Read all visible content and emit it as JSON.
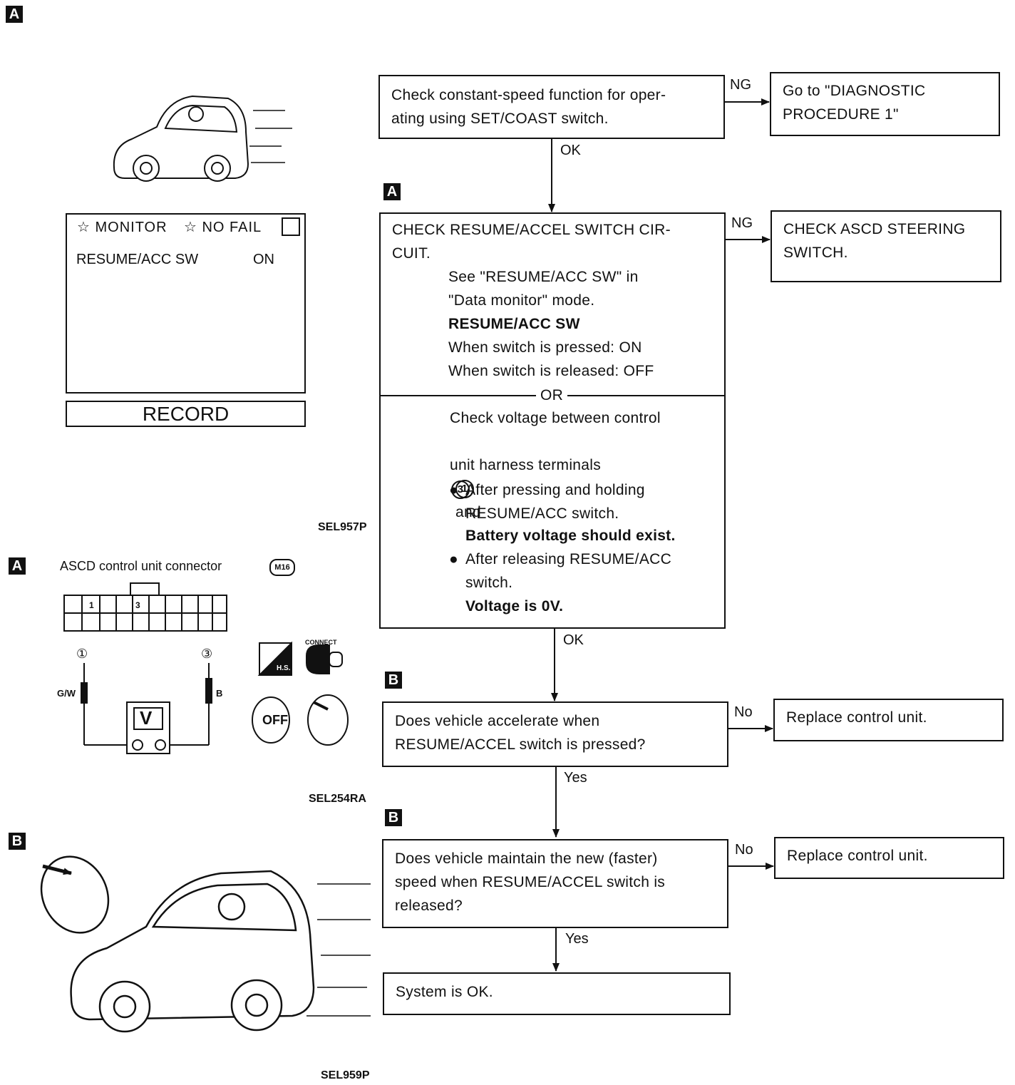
{
  "tags": {
    "a": "A",
    "b": "B"
  },
  "monitor": {
    "header_monitor": "☆ MONITOR",
    "header_nofail": "☆ NO FAIL",
    "item_label": "RESUME/ACC SW",
    "item_value": "ON",
    "record_button": "RECORD"
  },
  "codes": {
    "fig1": "SEL957P",
    "fig2": "SEL254RA",
    "fig3": "SEL959P"
  },
  "connector": {
    "title": "ASCD control unit connector",
    "code": "M16",
    "pin1": "1",
    "pin3": "3",
    "probe1": "①",
    "probe3": "③",
    "wire1": "G/W",
    "wire3": "B",
    "meter": "V",
    "connect": "CONNECT",
    "hs": "H.S.",
    "off": "OFF"
  },
  "flow": {
    "step1": "Check constant-speed function for oper-\nating using SET/COAST switch.",
    "diag1": "Go to \"DIAGNOSTIC\nPROCEDURE 1\"",
    "step2_title": "CHECK RESUME/ACCEL SWITCH CIR-\nCUIT.",
    "step2_see": "See \"RESUME/ACC SW\" in\n\"Data monitor\" mode.",
    "step2_item": "RESUME/ACC SW",
    "step2_pressed": "When switch is pressed: ON",
    "step2_released": "When switch is released: OFF",
    "or": "OR",
    "step2_volt_a": "Check voltage between control",
    "step2_volt_b": "unit harness terminals",
    "step2_volt_and": "and",
    "term1": "1",
    "term3": "3",
    "bullet1": "After pressing and holding\nRESUME/ACC switch.",
    "bullet1_result": "Battery voltage should exist.",
    "bullet2": "After releasing RESUME/ACC\nswitch.",
    "bullet2_result": "Voltage is 0V.",
    "steer": "CHECK ASCD STEERING\nSWITCH.",
    "q1": "Does vehicle accelerate when\nRESUME/ACCEL switch is pressed?",
    "q2": "Does vehicle maintain the new (faster)\nspeed when RESUME/ACCEL switch is\nreleased?",
    "replace1": "Replace control unit.",
    "replace2": "Replace control unit.",
    "ok": "System is OK.",
    "lbl_ng1": "NG",
    "lbl_ok1": "OK",
    "lbl_ng2": "NG",
    "lbl_ok2": "OK",
    "lbl_no1": "No",
    "lbl_yes1": "Yes",
    "lbl_no2": "No",
    "lbl_yes2": "Yes"
  }
}
